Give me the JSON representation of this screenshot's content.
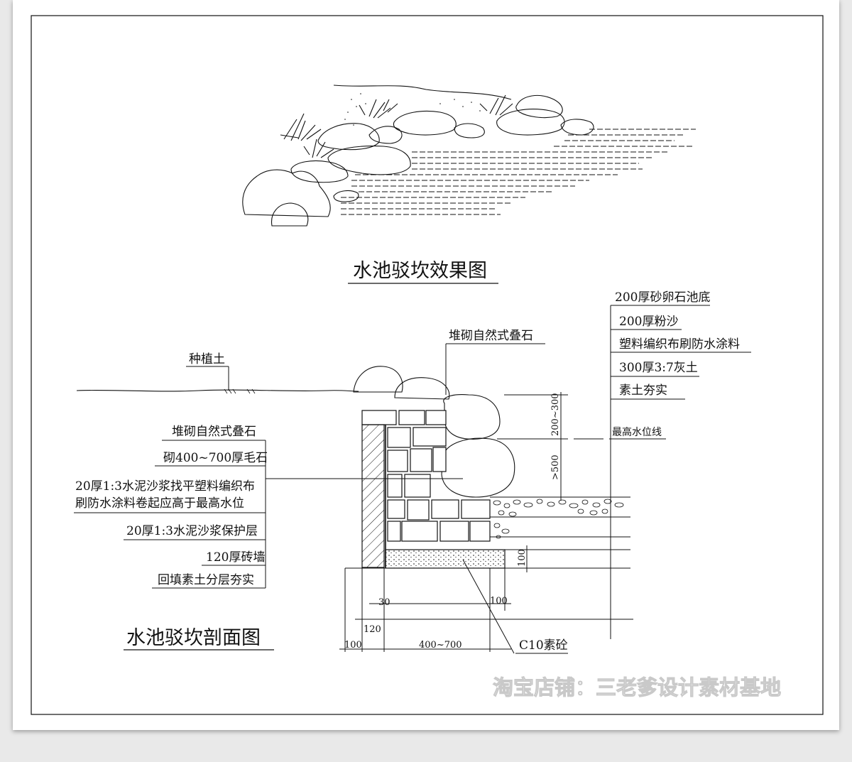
{
  "titles": {
    "effect": "水池驳坎效果图",
    "section": "水池驳坎剖面图"
  },
  "labels_left": {
    "planting_soil": "种植土",
    "stacked_stone": "堆砌自然式叠石",
    "rubble": "砌400~700厚毛石",
    "leveling_line1": "20厚1:3水泥沙浆找平塑料编织布",
    "leveling_line2": "刷防水涂料卷起应高于最高水位",
    "protect": "20厚1:3水泥沙浆保护层",
    "brick": "120厚砖墙",
    "backfill": "回填素土分层夯实"
  },
  "labels_top": {
    "stacked_stone": "堆砌自然式叠石"
  },
  "labels_right": {
    "gravel": "200厚砂卵石池底",
    "sand": "200厚粉沙",
    "membrane": "塑料编织布刷防水涂料",
    "lime_soil": "300厚3:7灰土",
    "compacted": "素土夯实",
    "water_level": "最高水位线"
  },
  "dimensions": {
    "d_200_300": "200~300",
    "d_500": ">500",
    "d_100_v": "100",
    "d_30": "30",
    "d_100_h": "100",
    "d_120": "120",
    "d_100_b": "100",
    "d_400_700": "400~700"
  },
  "concrete": "C10素砼",
  "watermark": "淘宝店铺：三老爹设计素材基地",
  "colors": {
    "line": "#111111",
    "paper": "#ffffff",
    "background": "#e9e9e9"
  }
}
